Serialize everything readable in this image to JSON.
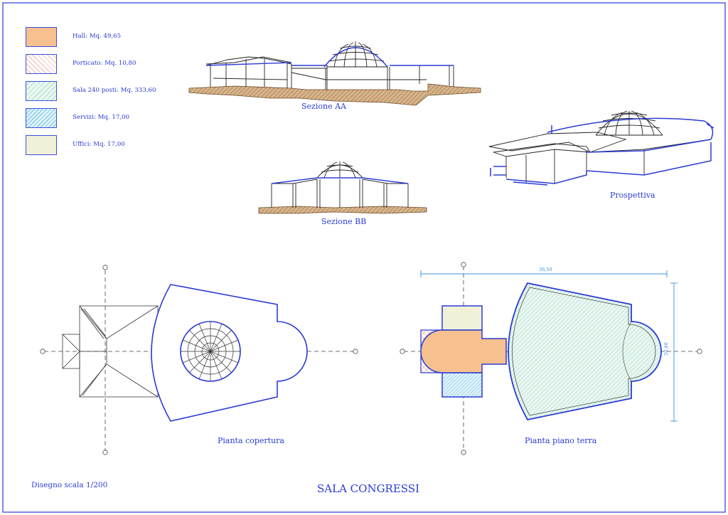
{
  "legend": [
    {
      "text": "Hall: Mq. 49,65",
      "fill": "#f6c08f",
      "pattern": "solid"
    },
    {
      "text": "Porticato: Mq. 10,80",
      "fill": "#ffffff",
      "pattern": "cross-red"
    },
    {
      "text": "Sala 240 posti: Mq. 333,60",
      "fill": "#eaf7f2",
      "pattern": "hatch-green"
    },
    {
      "text": "Servizi: Mq. 17,00",
      "fill": "#e2f3fb",
      "pattern": "hatch-blue"
    },
    {
      "text": "Uffici: Mq. 17,00",
      "fill": "#f1f1d8",
      "pattern": "solid"
    }
  ],
  "labels": {
    "section_aa": "Sezione AA",
    "section_bb": "Sezione BB",
    "perspective": "Prospettiva",
    "roof_plan": "Pianta copertura",
    "ground_plan": "Pianta piano terra",
    "scale": "Disegno scala 1/200",
    "title": "SALA CONGRESSI"
  },
  "dimensions": {
    "horizontal": "36,50",
    "vertical": "20,40"
  },
  "colors": {
    "line_blue": "#2a3bd6",
    "hall": "#f6c08f",
    "ground": "#d9b48a",
    "offices": "#f1f1d8",
    "services": "#e2f3fb",
    "hall_room": "#eaf7f2"
  }
}
